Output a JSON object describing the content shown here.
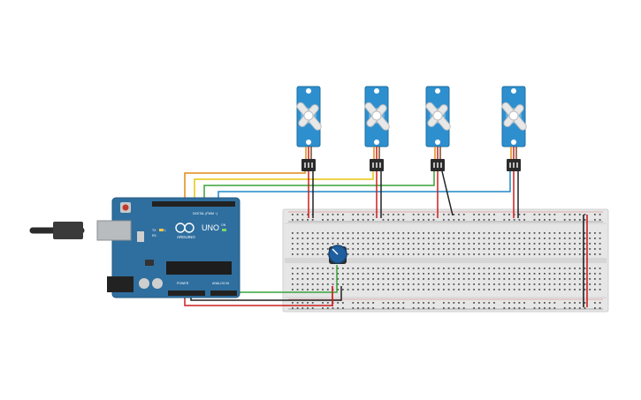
{
  "board": {
    "logo_text": "ARDUINO",
    "model": "UNO",
    "on_label": "ON",
    "digital_label": "DIGITAL (PWM ~)",
    "power_label": "POWER",
    "analog_label": "ANALOG IN",
    "tx_label": "TX",
    "rx_label": "RX",
    "l_label": "L",
    "colors": {
      "pcb": "#2f6f9f",
      "header": "#222222",
      "usb": "#b9bcbf"
    }
  },
  "breadboard": {
    "colors": {
      "body": "#e6e6e6",
      "hole": "#444444",
      "rail_red": "#d72b2b",
      "rail_black": "#222222"
    }
  },
  "servos": {
    "count": 4,
    "colors": {
      "body": "#2e8fcf",
      "horn": "#e8e8e8",
      "connector": "#2b2b2b"
    }
  },
  "potentiometer": {
    "colors": {
      "knob": "#1f5f9f",
      "base": "#2b2b2b"
    }
  },
  "wires": {
    "colors": {
      "orange": "#e08a16",
      "yellow": "#e6c60f",
      "green": "#3aa33a",
      "blue": "#1f88c8",
      "red": "#cc1f1f",
      "black": "#222222",
      "brown": "#7a4a20"
    }
  }
}
